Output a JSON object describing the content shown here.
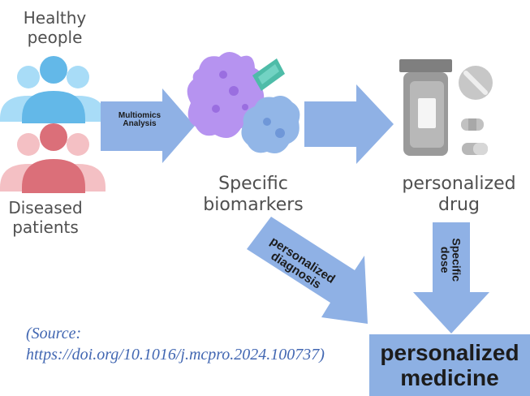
{
  "diagram": {
    "labels": {
      "healthy": [
        "Healthy",
        "people"
      ],
      "diseased": [
        "Diseased",
        "patients"
      ],
      "biomarkers": [
        "Specific",
        "biomarkers"
      ],
      "drug": [
        "personalized",
        "drug"
      ]
    },
    "arrows": {
      "multiomics": [
        "Multiomics",
        "Analysis"
      ],
      "diagnosis": [
        "personalized",
        "diagnosis"
      ],
      "dose": [
        "Specific",
        "dose"
      ]
    },
    "source": [
      "(Source:",
      "https://doi.org/10.1016/j.mcpro.2024.100737)"
    ],
    "result": [
      "personalized",
      "medicine"
    ]
  },
  "colors": {
    "healthy": "#8fd0f4",
    "diseased": "#e98b92",
    "arrow": "#90b2e6",
    "biomarker_purple": "#b48ff0",
    "biomarker_blue": "#92b6e7",
    "biomarker_teal": "#67c8b9",
    "bottle": "#8d8d8d",
    "pill": "#bdbdbd"
  }
}
